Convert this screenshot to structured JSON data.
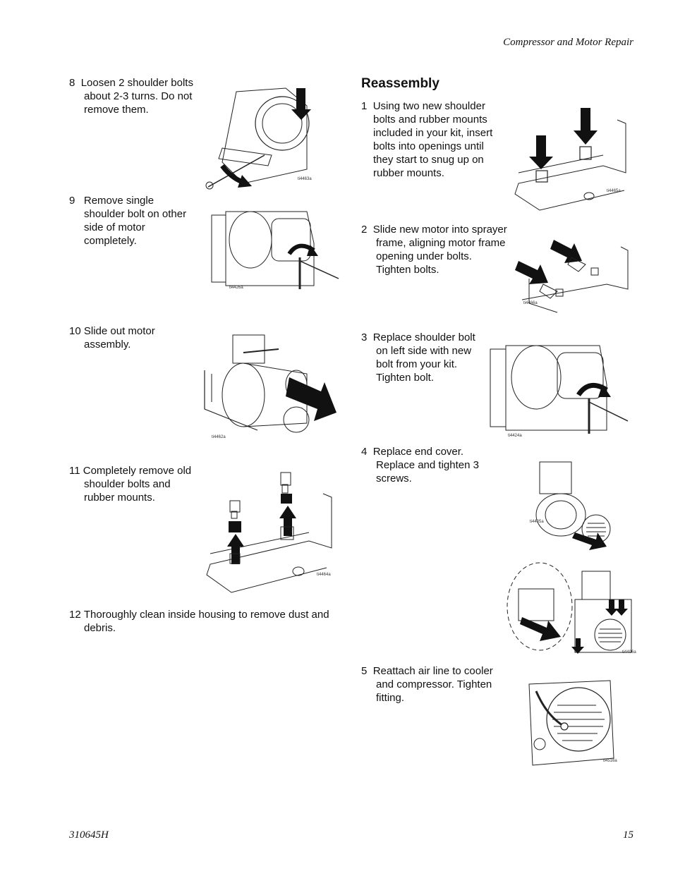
{
  "header": {
    "section_title": "Compressor and Motor Repair"
  },
  "footer": {
    "doc_number": "310645H",
    "page_number": "15"
  },
  "left_steps": [
    {
      "num": "8",
      "text": "Loosen 2 shoulder bolts about 2-3 turns. Do not remove them.",
      "fig_id": "ti4463a"
    },
    {
      "num": "9",
      "text": "Remove single shoulder bolt on other side of motor completely.",
      "fig_id": "ti4426a"
    },
    {
      "num": "10",
      "text": "Slide out motor assembly.",
      "fig_id": "ti4462a"
    },
    {
      "num": "11",
      "text": "Completely remove old shoulder bolts and rubber mounts.",
      "fig_id": "ti4464a"
    },
    {
      "num": "12",
      "text": "Thoroughly clean inside housing to remove dust and debris."
    }
  ],
  "reassembly": {
    "heading": "Reassembly",
    "steps": [
      {
        "num": "1",
        "text": "Using two new shoulder bolts and rubber mounts included in your kit, insert bolts into openings until they start to snug up on rubber mounts.",
        "fig_id": "ti4465a"
      },
      {
        "num": "2",
        "text": "Slide new motor into sprayer frame, aligning motor frame opening under bolts. Tighten bolts.",
        "fig_id": "ti4466a"
      },
      {
        "num": "3",
        "text": "Replace shoulder bolt on left side with new bolt from your kit. Tighten bolt.",
        "fig_id": "ti4424a"
      },
      {
        "num": "4",
        "text": "Replace end cover. Replace and tighten 3 screws.",
        "fig_id": "ti4405a",
        "fig_id_2": "ti4406a"
      },
      {
        "num": "5",
        "text": "Reattach air line to cooler and compressor. Tighten fitting.",
        "fig_id": "ti4516a"
      }
    ]
  }
}
